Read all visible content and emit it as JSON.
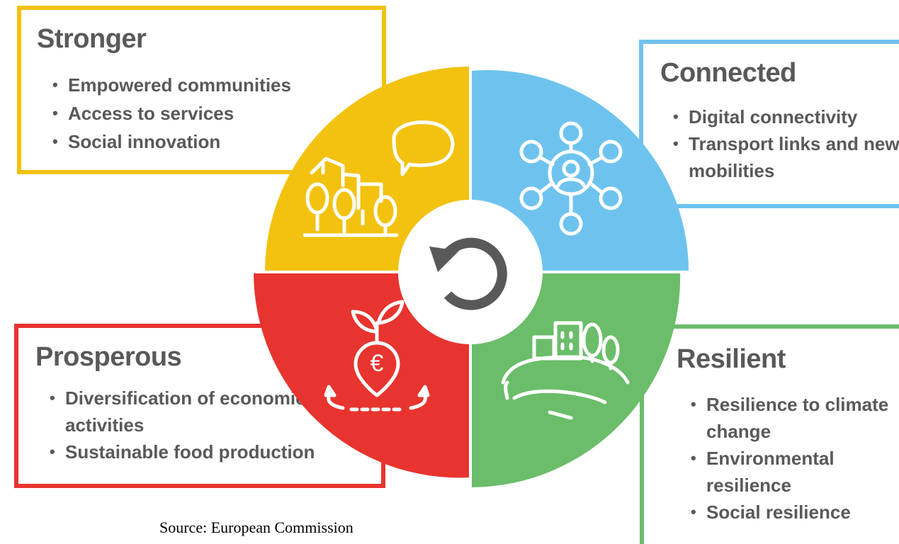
{
  "quadrants": {
    "stronger": {
      "title": "Stronger",
      "color": "#f2c20f",
      "items": [
        "Empowered communities",
        "Access to services",
        "Social innovation"
      ]
    },
    "connected": {
      "title": "Connected",
      "color": "#6ec3ee",
      "items": [
        "Digital connectivity",
        "Transport links and new mobilities"
      ]
    },
    "prosperous": {
      "title": "Prosperous",
      "color": "#e8342f",
      "items": [
        "Diversification of economic activities",
        "Sustainable food production"
      ]
    },
    "resilient": {
      "title": "Resilient",
      "color": "#6bbd6a",
      "items": [
        "Resilience to climate change",
        "Environmental resilience",
        "Social resilience"
      ]
    }
  },
  "center": {
    "icon": "cycle-arrow-icon"
  },
  "icons": {
    "stronger": "village-speech-bubble-icon",
    "connected": "network-person-icon",
    "prosperous": "euro-plant-icon",
    "resilient": "hill-buildings-trees-icon"
  },
  "source": "Source: European Commission"
}
